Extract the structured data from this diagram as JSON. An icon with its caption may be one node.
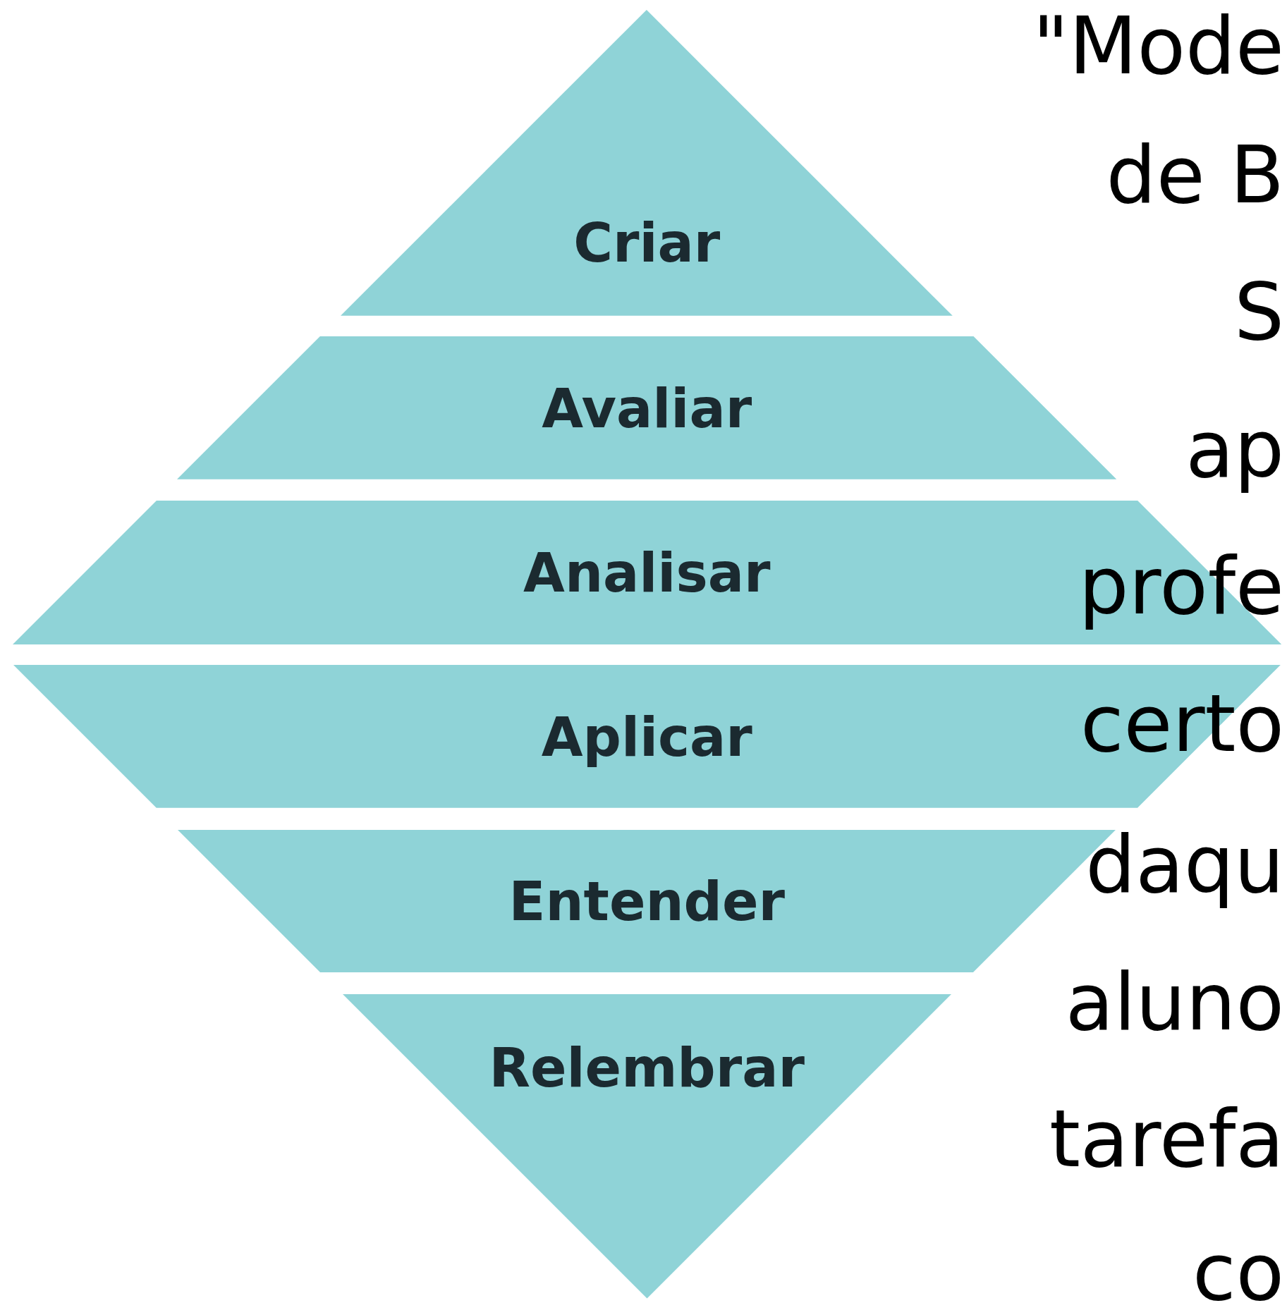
{
  "diagram": {
    "nodes": [
      {
        "text": [
          "Criar"
        ]
      },
      {
        "text": [
          "Avaliar"
        ]
      },
      {
        "text": [
          "Analisar"
        ]
      },
      {
        "text": [
          "Aplicar"
        ]
      },
      {
        "text": [
          "Entender"
        ]
      },
      {
        "text": [
          "Relembrar"
        ]
      }
    ],
    "labels": [
      "\"Mode",
      "de B",
      "S",
      "ap",
      "profe",
      "certo",
      "daqu",
      "aluno",
      "tarefa",
      "co"
    ]
  }
}
